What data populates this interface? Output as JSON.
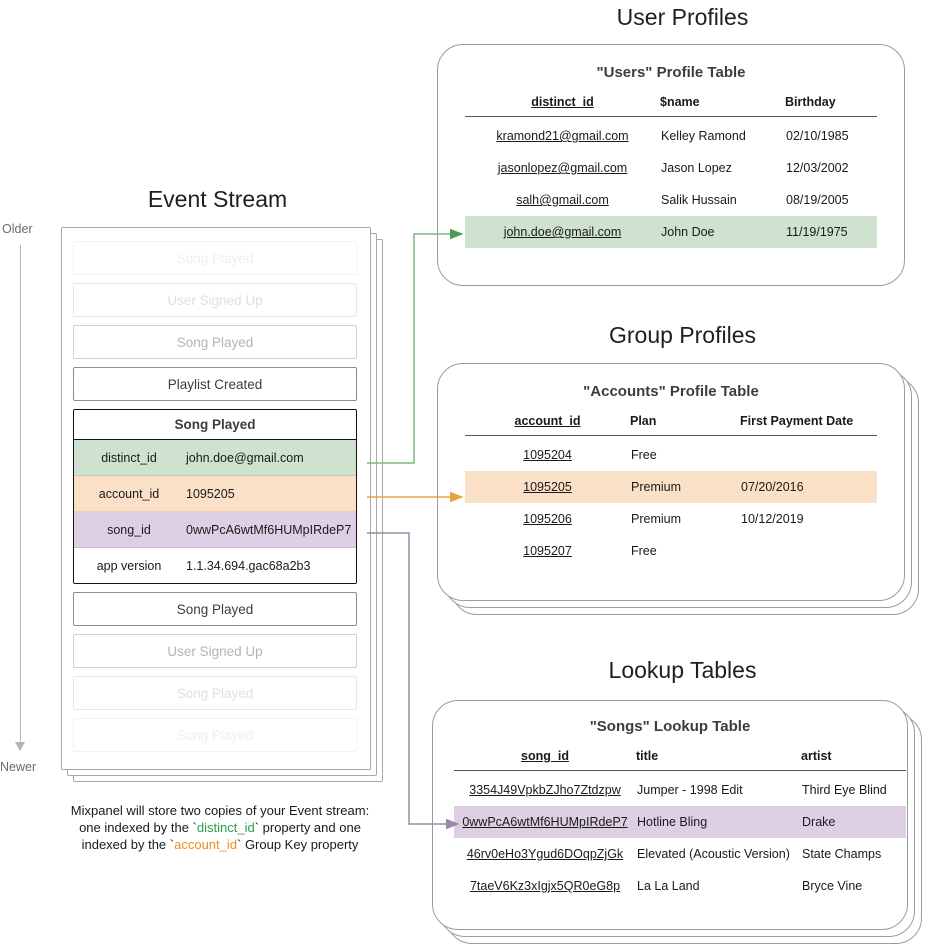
{
  "sections": {
    "user_profiles": "User Profiles",
    "group_profiles": "Group Profiles",
    "lookup_tables": "Lookup Tables",
    "event_stream": "Event Stream"
  },
  "timeline": {
    "older_label": "Older",
    "newer_label": "Newer"
  },
  "event_stream": {
    "events_above": [
      {
        "label": "Song Played",
        "fade": "fade-3"
      },
      {
        "label": "User Signed Up",
        "fade": "fade-2"
      },
      {
        "label": "Song Played",
        "fade": "fade-1"
      },
      {
        "label": "Playlist Created",
        "fade": ""
      }
    ],
    "expanded_event": {
      "title": "Song Played",
      "properties": [
        {
          "key": "distinct_id",
          "value": "john.doe@gmail.com",
          "highlight": "hl-green"
        },
        {
          "key": "account_id",
          "value": "1095205",
          "highlight": "hl-orange"
        },
        {
          "key": "song_id",
          "value": "0wwPcA6wtMf6HUMpIRdeP7",
          "highlight": "hl-purple"
        },
        {
          "key": "app version",
          "value": "1.1.34.694.gac68a2b3",
          "highlight": "plain"
        }
      ]
    },
    "events_below": [
      {
        "label": "Song Played",
        "fade": ""
      },
      {
        "label": "User Signed Up",
        "fade": "fade-1"
      },
      {
        "label": "Song Played",
        "fade": "fade-2"
      },
      {
        "label": "Song Played",
        "fade": "fade-3"
      }
    ]
  },
  "caption": {
    "line1": "Mixpanel will store two copies of your Event stream:",
    "line2_a": "one indexed by the `",
    "line2_token": "distinct_id",
    "line2_b": "` property and one",
    "line3_a": "indexed by the `",
    "line3_token": "account_id",
    "line3_b": "` Group Key property"
  },
  "users_table": {
    "title": "\"Users\" Profile Table",
    "columns": [
      "distinct_id",
      "$name",
      "Birthday"
    ],
    "rows": [
      {
        "cells": [
          "kramond21@gmail.com",
          "Kelley Ramond",
          "02/10/1985"
        ],
        "highlight": ""
      },
      {
        "cells": [
          "jasonlopez@gmail.com",
          "Jason Lopez",
          "12/03/2002"
        ],
        "highlight": ""
      },
      {
        "cells": [
          "salh@gmail.com",
          "Salik Hussain",
          "08/19/2005"
        ],
        "highlight": ""
      },
      {
        "cells": [
          "john.doe@gmail.com",
          "John Doe",
          "11/19/1975"
        ],
        "highlight": "row-green"
      }
    ]
  },
  "accounts_table": {
    "title": "\"Accounts\" Profile Table",
    "columns": [
      "account_id",
      "Plan",
      "First Payment Date"
    ],
    "rows": [
      {
        "cells": [
          "1095204",
          "Free",
          ""
        ],
        "highlight": ""
      },
      {
        "cells": [
          "1095205",
          "Premium",
          "07/20/2016"
        ],
        "highlight": "row-orange"
      },
      {
        "cells": [
          "1095206",
          "Premium",
          "10/12/2019"
        ],
        "highlight": ""
      },
      {
        "cells": [
          "1095207",
          "Free",
          ""
        ],
        "highlight": ""
      }
    ]
  },
  "songs_table": {
    "title": "\"Songs\" Lookup Table",
    "columns": [
      "song_id",
      "title",
      "artist"
    ],
    "rows": [
      {
        "cells": [
          "3354J49VpkbZJho7Ztdzpw",
          "Jumper - 1998 Edit",
          "Third Eye Blind"
        ],
        "highlight": ""
      },
      {
        "cells": [
          "0wwPcA6wtMf6HUMpIRdeP7",
          "Hotline Bling",
          "Drake"
        ],
        "highlight": "row-purple"
      },
      {
        "cells": [
          "46rv0eHo3Ygud6DOqpZjGk",
          "Elevated (Acoustic Version)",
          "State Champs"
        ],
        "highlight": ""
      },
      {
        "cells": [
          "7taeV6Kz3xIgjx5QR0eG8p",
          "La La Land",
          "Bryce Vine"
        ],
        "highlight": ""
      }
    ]
  },
  "colors": {
    "green": "#cfe2d0",
    "orange": "#fbe0c8",
    "purple": "#ded0e4",
    "green_arrow": "#4f9a54",
    "orange_arrow": "#e8a33d",
    "purple_arrow": "#9b8aa6",
    "card_border": "#9c9c9c"
  }
}
